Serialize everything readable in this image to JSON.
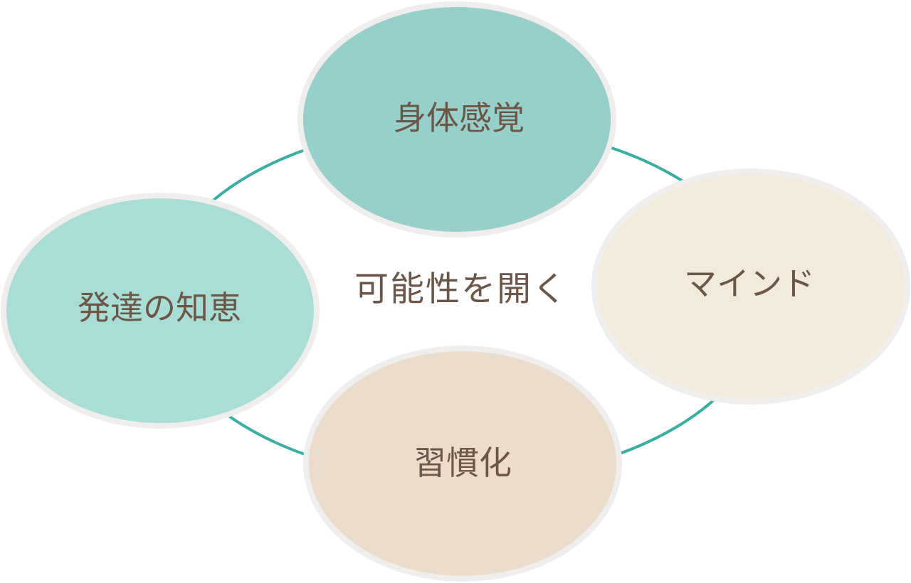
{
  "diagram": {
    "center_label": "可能性を開く",
    "ring_color": "#3aaea3",
    "text_color": "#6b5647",
    "outline_color": "#efeeec",
    "nodes": [
      {
        "id": "top",
        "label": "身体感覚",
        "fill": "#97cfcb"
      },
      {
        "id": "right",
        "label": "マインド",
        "fill": "#f2eadb"
      },
      {
        "id": "bottom",
        "label": "習慣化",
        "fill": "#ebdccc"
      },
      {
        "id": "left",
        "label": "発達の知恵",
        "fill": "#a8ded6"
      }
    ]
  }
}
